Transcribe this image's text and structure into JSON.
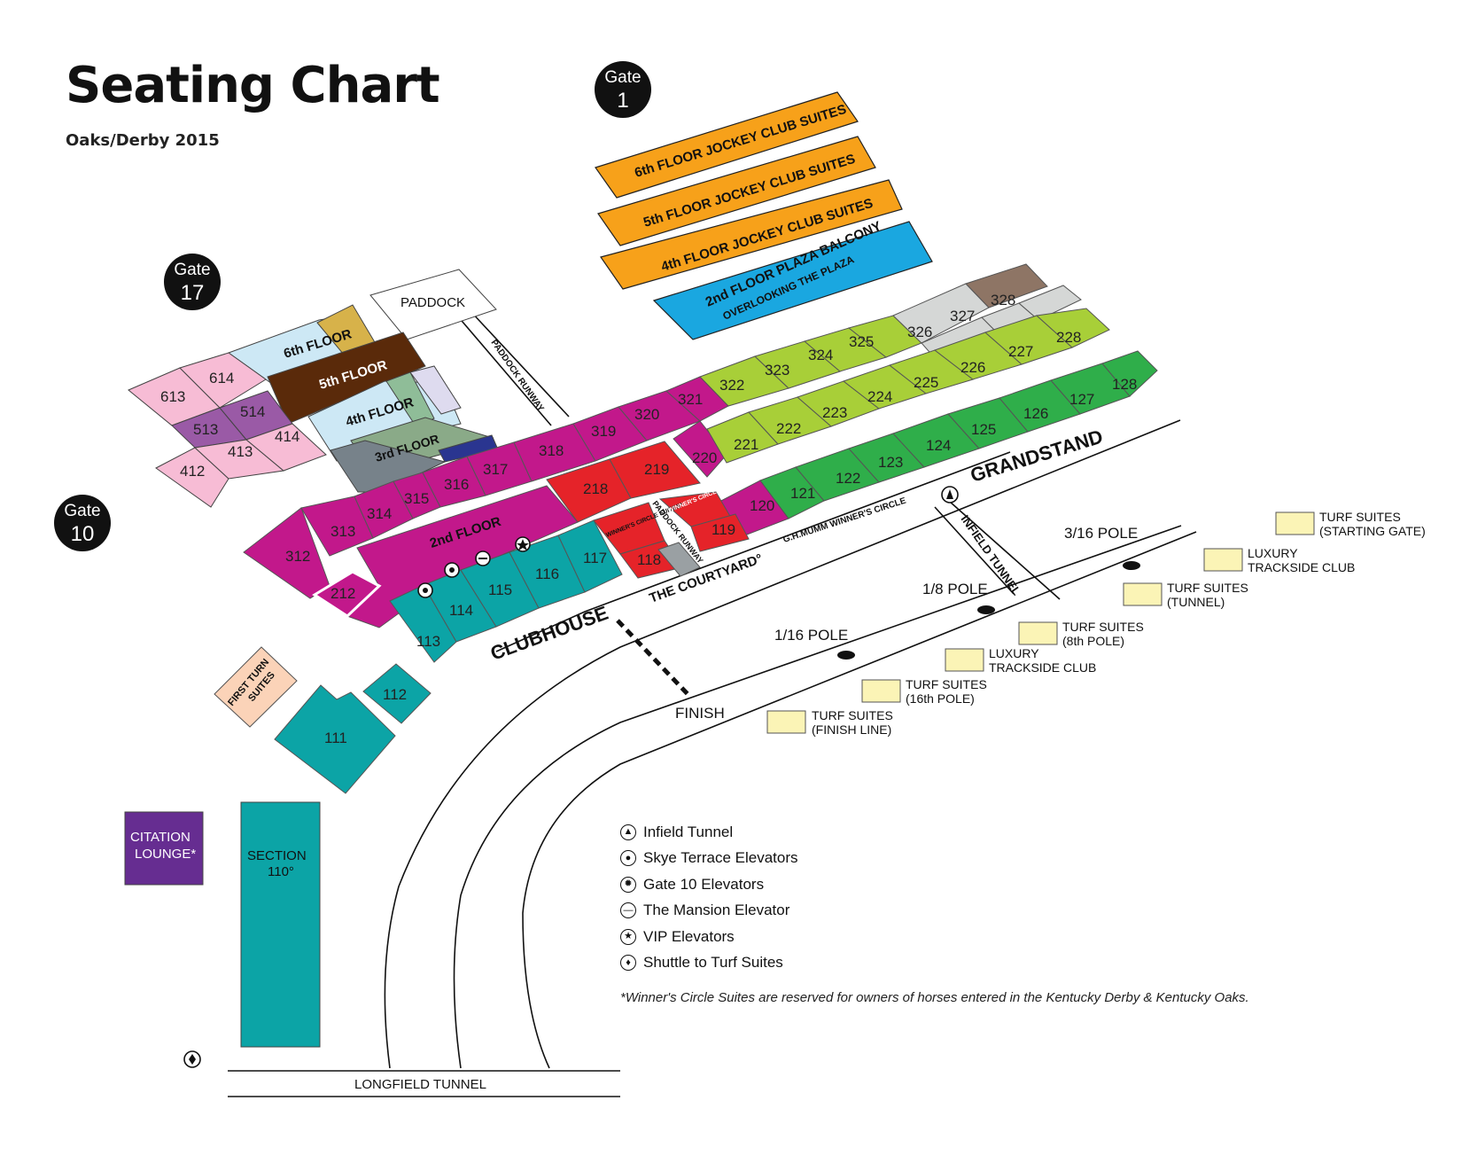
{
  "header": {
    "title": "Seating Chart",
    "subtitle": "Oaks/Derby 2015"
  },
  "gates": [
    {
      "word": "Gate",
      "number": "1"
    },
    {
      "word": "Gate",
      "number": "17"
    },
    {
      "word": "Gate",
      "number": "10"
    }
  ],
  "jockey_club": {
    "floor6": "6th FLOOR JOCKEY CLUB SUITES",
    "floor5": "5th FLOOR JOCKEY CLUB SUITES",
    "floor4": "4th FLOOR JOCKEY CLUB SUITES",
    "plaza_line1": "2nd FLOOR PLAZA BALCONY",
    "plaza_line2": "OVERLOOKING THE PLAZA"
  },
  "sections": {
    "s613": "613",
    "s614": "614",
    "s513": "513",
    "s514": "514",
    "s412": "412",
    "s413": "413",
    "s414": "414",
    "s312": "312",
    "s313": "313",
    "s314": "314",
    "s315": "315",
    "s316": "316",
    "s317": "317",
    "s318": "318",
    "s319": "319",
    "s320": "320",
    "s321": "321",
    "s322": "322",
    "s323": "323",
    "s324": "324",
    "s325": "325",
    "s326": "326",
    "s327": "327",
    "s328": "328",
    "s212": "212",
    "s218": "218",
    "s219": "219",
    "s220": "220",
    "s221": "221",
    "s222": "222",
    "s223": "223",
    "s224": "224",
    "s225": "225",
    "s226": "226",
    "s227": "227",
    "s228": "228",
    "s111": "111",
    "s112": "112",
    "s113": "113",
    "s114": "114",
    "s115": "115",
    "s116": "116",
    "s117": "117",
    "s118": "118",
    "s119": "119",
    "s120": "120",
    "s121": "121",
    "s122": "122",
    "s123": "123",
    "s124": "124",
    "s125": "125",
    "s126": "126",
    "s127": "127",
    "s128": "128"
  },
  "areas": {
    "floor6": "6th FLOOR",
    "floor5": "5th FLOOR",
    "floor4": "4th FLOOR",
    "floor3": "3rd FLOOR",
    "floor2": "2nd FLOOR",
    "paddock": "PADDOCK",
    "paddock_runway": "PADDOCK RUNWAY",
    "paddock_runway_small": "PADDOCK RUNWAY",
    "winners_circle_suites_a": "WINNER'S CIRCLE SUITES*",
    "winners_circle_suites_b": "WINNER'S CIRCLE SUITES*",
    "mumm": "G.H.MUMM WINNER'S CIRCLE",
    "courtyard": "THE COURTYARD°",
    "clubhouse": "CLUBHOUSE",
    "grandstand": "GRANDSTAND",
    "infield_tunnel": "INFIELD TUNNEL",
    "first_turn_1": "FIRST TURN",
    "first_turn_2": "SUITES",
    "citation_1": "CITATION",
    "citation_2": "LOUNGE*",
    "section110_1": "SECTION",
    "section110_2": "110°",
    "longfield": "LONGFIELD TUNNEL",
    "finish": "FINISH",
    "pole_16": "1/16 POLE",
    "pole_8": "1/8 POLE",
    "pole_316": "3/16 POLE"
  },
  "turf": [
    {
      "l1": "TURF SUITES",
      "l2": "(FINISH LINE)"
    },
    {
      "l1": "TURF SUITES",
      "l2": "(16th POLE)"
    },
    {
      "l1": "LUXURY",
      "l2": "TRACKSIDE CLUB"
    },
    {
      "l1": "TURF SUITES",
      "l2": "(8th POLE)"
    },
    {
      "l1": "TURF SUITES",
      "l2": "(TUNNEL)"
    },
    {
      "l1": "LUXURY",
      "l2": "TRACKSIDE CLUB"
    },
    {
      "l1": "TURF SUITES",
      "l2": "(STARTING GATE)"
    }
  ],
  "legend": [
    {
      "icon": "infield-tunnel-icon",
      "label": "Infield Tunnel"
    },
    {
      "icon": "skye-terrace-elevator-icon",
      "label": "Skye Terrace Elevators"
    },
    {
      "icon": "gate10-elevator-icon",
      "label": "Gate 10 Elevators"
    },
    {
      "icon": "mansion-elevator-icon",
      "label": "The Mansion Elevator"
    },
    {
      "icon": "vip-elevator-icon",
      "label": "VIP Elevators"
    },
    {
      "icon": "shuttle-icon",
      "label": "Shuttle to Turf Suites"
    }
  ],
  "footnote": "*Winner's Circle Suites are reserved for owners of horses entered in the Kentucky Derby & Kentucky Oaks.",
  "colors": {
    "magenta": "#c2188b",
    "lime": "#a8cf38",
    "green": "#2fae4a",
    "teal": "#0ca4a6",
    "red": "#e52329",
    "orange": "#f7a11a",
    "blue": "#1aa7e0",
    "pink": "#f7bcd5",
    "purple": "#9a5aa6",
    "gray": "#77828a",
    "lightgray": "#d5d7d6",
    "brown": "#5a2a0a",
    "lightblue": "#cde8f5",
    "citation": "#662d91",
    "turf": "#fbf4b6",
    "firstturn": "#fbd3b8"
  }
}
